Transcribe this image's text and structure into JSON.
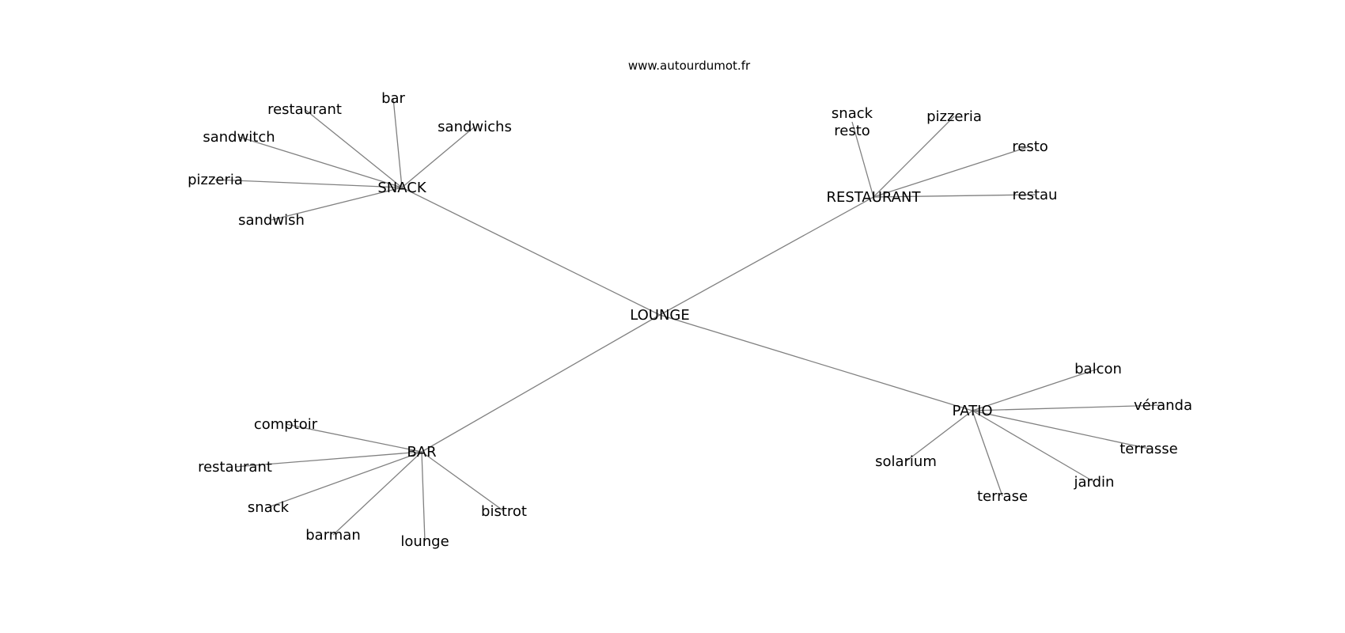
{
  "watermark": "www.autourdumot.fr",
  "colors": {
    "edge": "#808080",
    "text": "#000000",
    "background": "#ffffff"
  },
  "graph": {
    "center": {
      "id": "lounge",
      "lines": [
        "LOUNGE"
      ]
    },
    "hubs": [
      {
        "id": "snack",
        "lines": [
          "SNACK"
        ]
      },
      {
        "id": "restaurant-hub",
        "lines": [
          "RESTAURANT"
        ]
      },
      {
        "id": "bar-hub",
        "lines": [
          "BAR"
        ]
      },
      {
        "id": "patio",
        "lines": [
          "PATIO"
        ]
      }
    ],
    "leaves": [
      {
        "id": "snack-restaurant",
        "parent": "snack",
        "lines": [
          "restaurant"
        ]
      },
      {
        "id": "snack-bar",
        "parent": "snack",
        "lines": [
          "bar"
        ]
      },
      {
        "id": "snack-sandwichs",
        "parent": "snack",
        "lines": [
          "sandwichs"
        ]
      },
      {
        "id": "snack-sandwitch",
        "parent": "snack",
        "lines": [
          "sandwitch"
        ]
      },
      {
        "id": "snack-pizzeria",
        "parent": "snack",
        "lines": [
          "pizzeria"
        ]
      },
      {
        "id": "snack-sandwish",
        "parent": "snack",
        "lines": [
          "sandwish"
        ]
      },
      {
        "id": "restaurant-snack-resto",
        "parent": "restaurant-hub",
        "lines": [
          "snack",
          "resto"
        ]
      },
      {
        "id": "restaurant-pizzeria",
        "parent": "restaurant-hub",
        "lines": [
          "pizzeria"
        ]
      },
      {
        "id": "restaurant-resto",
        "parent": "restaurant-hub",
        "lines": [
          "resto"
        ]
      },
      {
        "id": "restaurant-restau",
        "parent": "restaurant-hub",
        "lines": [
          "restau"
        ]
      },
      {
        "id": "bar-comptoir",
        "parent": "bar-hub",
        "lines": [
          "comptoir"
        ]
      },
      {
        "id": "bar-restaurant",
        "parent": "bar-hub",
        "lines": [
          "restaurant"
        ]
      },
      {
        "id": "bar-snack",
        "parent": "bar-hub",
        "lines": [
          "snack"
        ]
      },
      {
        "id": "bar-barman",
        "parent": "bar-hub",
        "lines": [
          "barman"
        ]
      },
      {
        "id": "bar-lounge",
        "parent": "bar-hub",
        "lines": [
          "lounge"
        ]
      },
      {
        "id": "bar-bistrot",
        "parent": "bar-hub",
        "lines": [
          "bistrot"
        ]
      },
      {
        "id": "patio-balcon",
        "parent": "patio",
        "lines": [
          "balcon"
        ]
      },
      {
        "id": "patio-veranda",
        "parent": "patio",
        "lines": [
          "véranda"
        ]
      },
      {
        "id": "patio-terrasse",
        "parent": "patio",
        "lines": [
          "terrasse"
        ]
      },
      {
        "id": "patio-jardin",
        "parent": "patio",
        "lines": [
          "jardin"
        ]
      },
      {
        "id": "patio-terrase",
        "parent": "patio",
        "lines": [
          "terrase"
        ]
      },
      {
        "id": "patio-solarium",
        "parent": "patio",
        "lines": [
          "solarium"
        ]
      }
    ]
  }
}
